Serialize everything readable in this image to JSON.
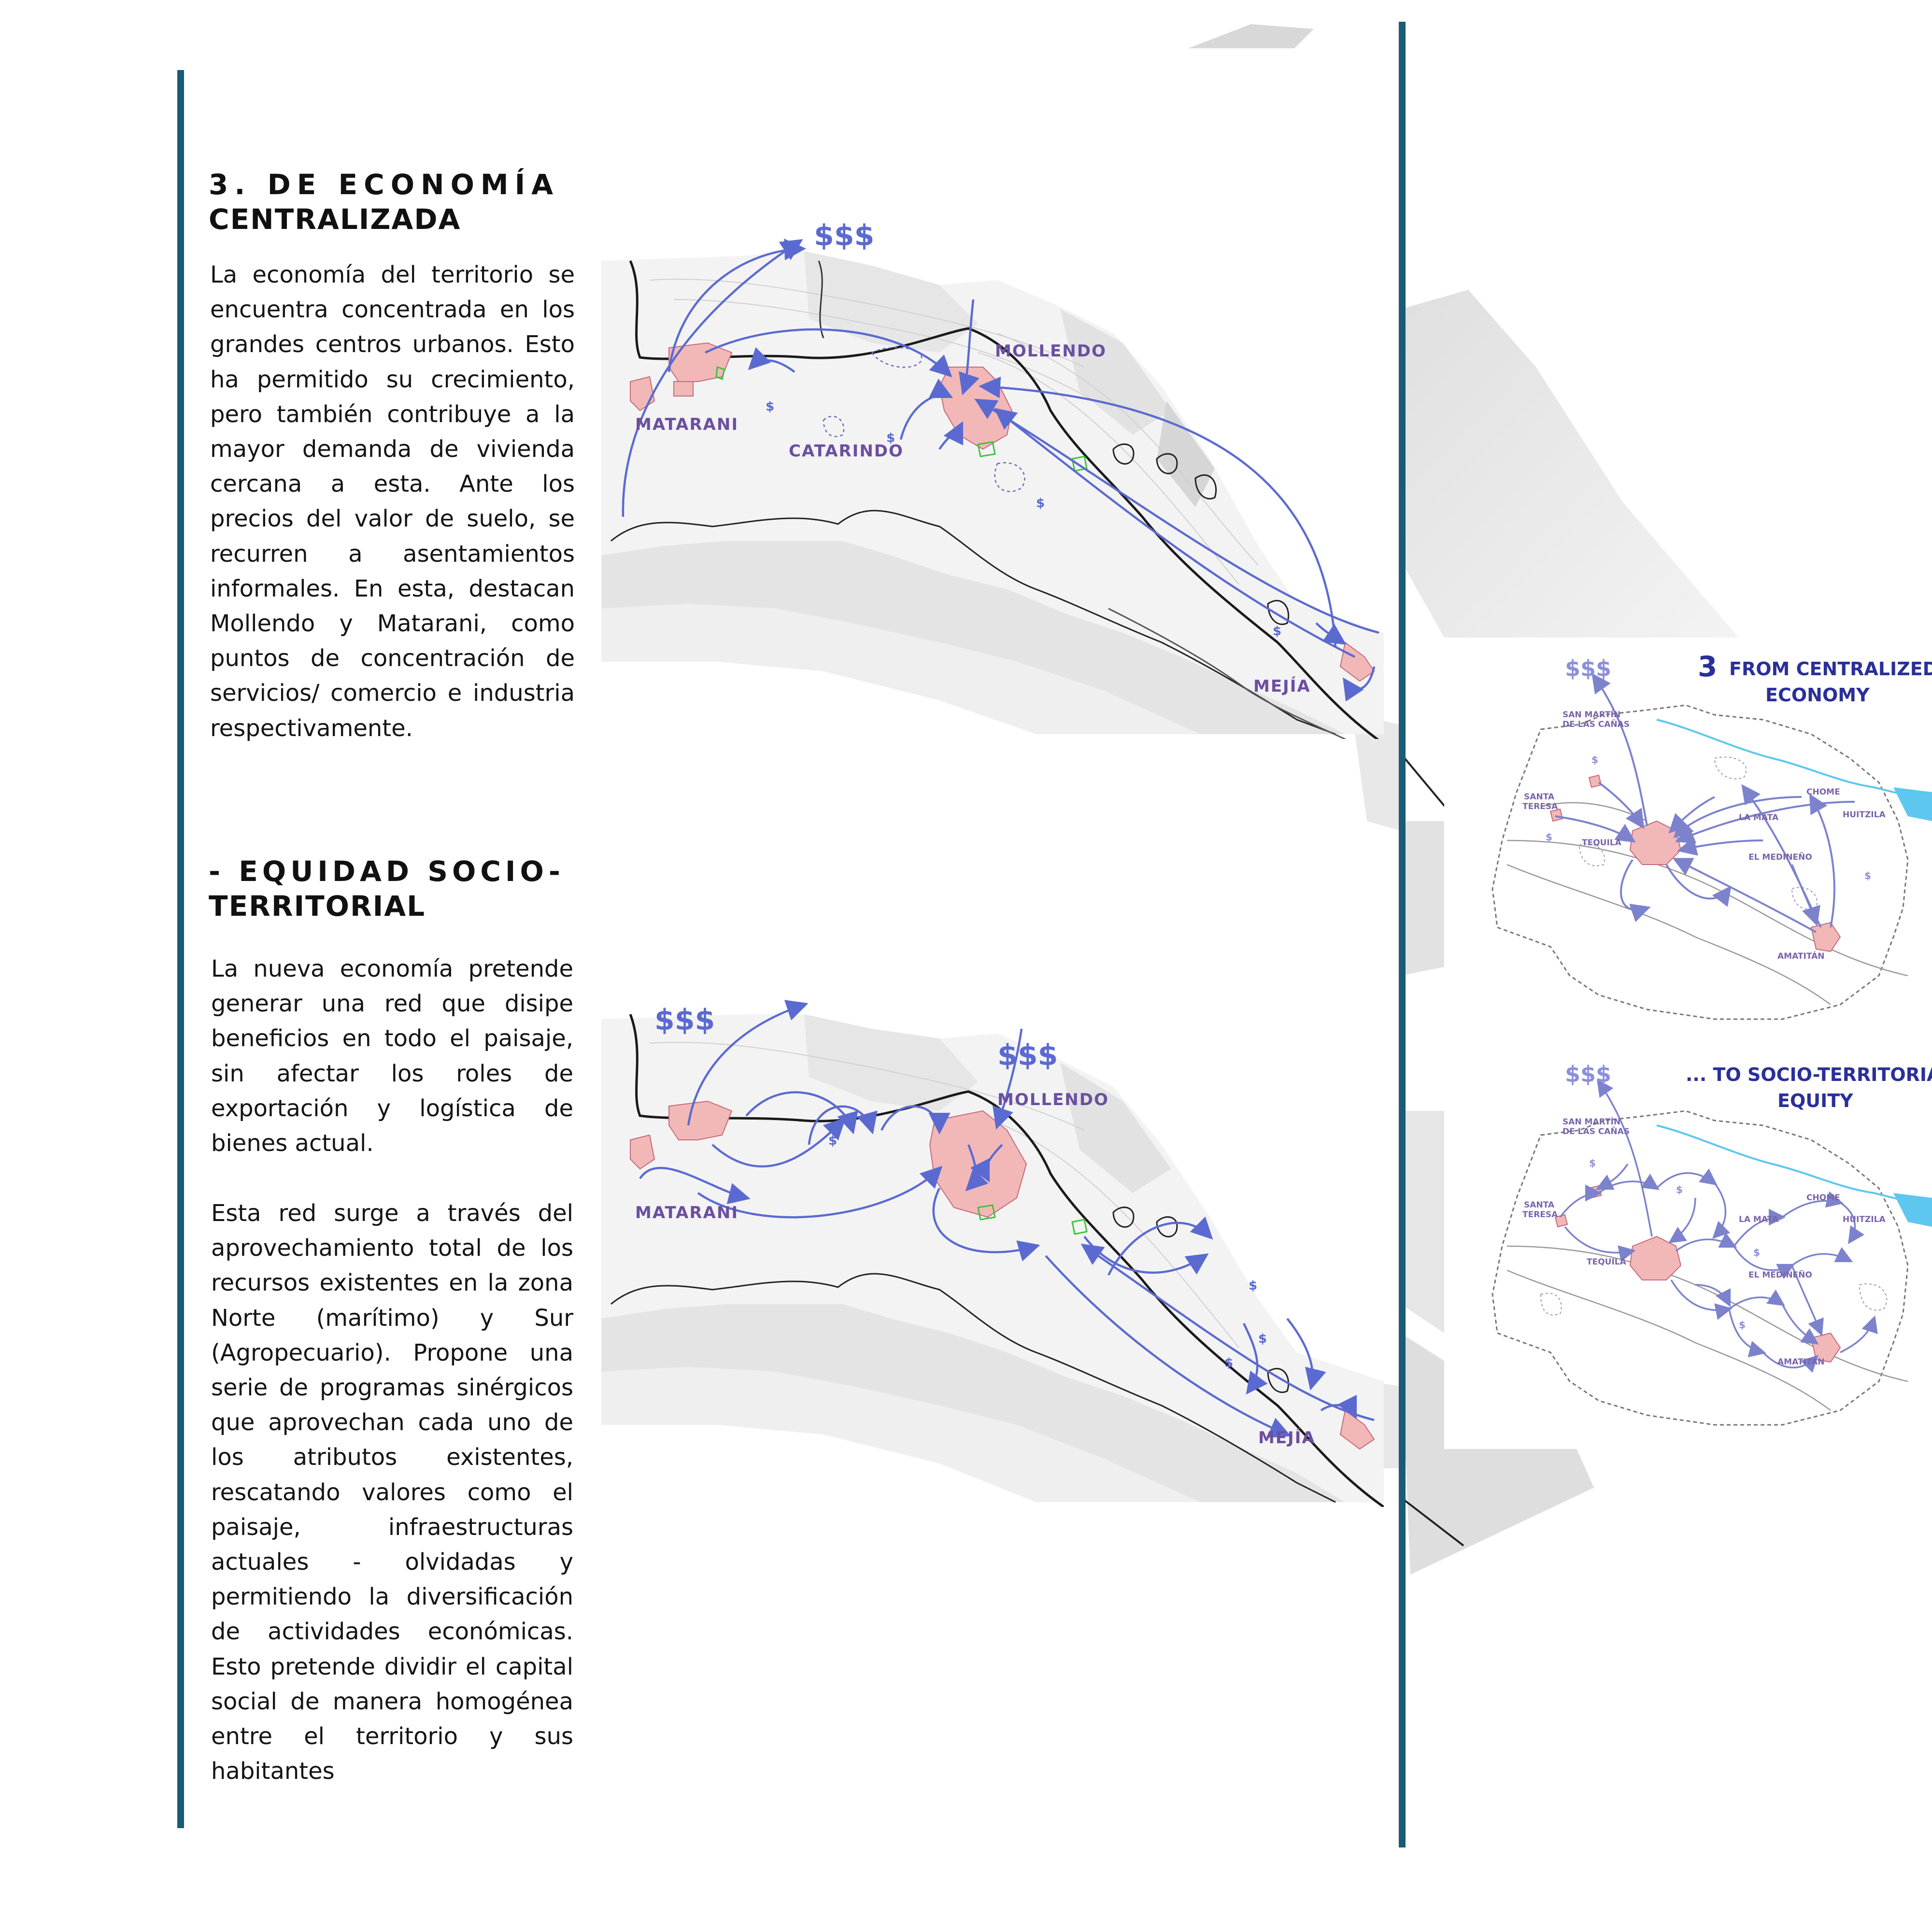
{
  "section1": {
    "title_line1": "3. DE ECONOMÍA",
    "title_line2": "CENTRALIZADA",
    "body": "La economía del territorio se encuentra concentrada en los grandes centros urbanos. Esto ha permitido su crecimiento, pero también contribuye a la mayor demanda de vivienda cercana a esta. Ante los precios del valor de suelo, se recurren a asentamientos informales. En esta, destacan Mollendo y Matarani, como puntos de concentración de servicios/ comercio e industria respectivamente."
  },
  "section2": {
    "title_line1": "- EQUIDAD SOCIO-",
    "title_line2": "TERRITORIAL",
    "body_p1": "La nueva economía pretende generar una red que disipe beneficios en todo el paisaje, sin afectar los roles de exportación y logística de bienes actual.",
    "body_p2": "Esta red surge a través del aprovechamiento total de los recursos existentes en la zona Norte (marítimo) y Sur (Agropecuario). Propone una serie de programas sinérgicos que aprovechan cada uno de los atributos existentes, rescatando valores como el paisaje, infraestructuras actuales - olvidadas y permitiendo la diversificación de actividades económicas. Esto pretende dividir el capital social de manera homogénea entre el territorio y sus habitantes"
  },
  "map1": {
    "money": "$$$",
    "small_money": "$",
    "labels": {
      "matarani": "MATARANI",
      "catarindo": "CATARINDO",
      "mollendo": "MOLLENDO",
      "mejia": "MEJÍA"
    }
  },
  "map2": {
    "money_left": "$$$",
    "money_right": "$$$",
    "small_money": "$",
    "labels": {
      "matarani": "MATARANI",
      "mollendo": "MOLLENDO",
      "mejia": "MEJÍA"
    }
  },
  "ref1": {
    "number": "3",
    "title_line1": "FROM CENTRALIZED",
    "title_line2": "ECONOMY",
    "money": "$$$",
    "small_money": "$",
    "labels": {
      "san_martin_1": "SAN MARTÍN",
      "san_martin_2": "DE LAS CAÑAS",
      "santa_teresa_1": "SANTA",
      "santa_teresa_2": "TERESA",
      "tequila": "TEQUILA",
      "la_mata": "LA MATA",
      "chome": "CHOME",
      "huitzila": "HUITZILA",
      "el_medineno": "EL MEDINEÑO",
      "amatitan": "AMATITÁN"
    }
  },
  "ref2": {
    "title_line1": "... TO SOCIO-TERRITORIAL",
    "title_line2": "EQUITY",
    "money": "$$$",
    "small_money": "$",
    "labels": {
      "san_martin_1": "SAN MARTÍN",
      "san_martin_2": "DE LAS CAÑAS",
      "santa_teresa_1": "SANTA",
      "santa_teresa_2": "TERESA",
      "tequila": "TEQUILA",
      "la_mata": "LA MATA",
      "chome": "CHOME",
      "huitzila": "HUITZILA",
      "el_medineno": "EL MEDINEÑO",
      "amatitan": "AMATITÁN"
    }
  },
  "colors": {
    "divider": "#1a5b76",
    "arrow": "#5b6ad0",
    "urban": "#f2b8b8",
    "green": "#3cc43c",
    "river": "#5ec7ef",
    "label": "#6b4fa0",
    "ref_title": "#2a2f9a"
  }
}
